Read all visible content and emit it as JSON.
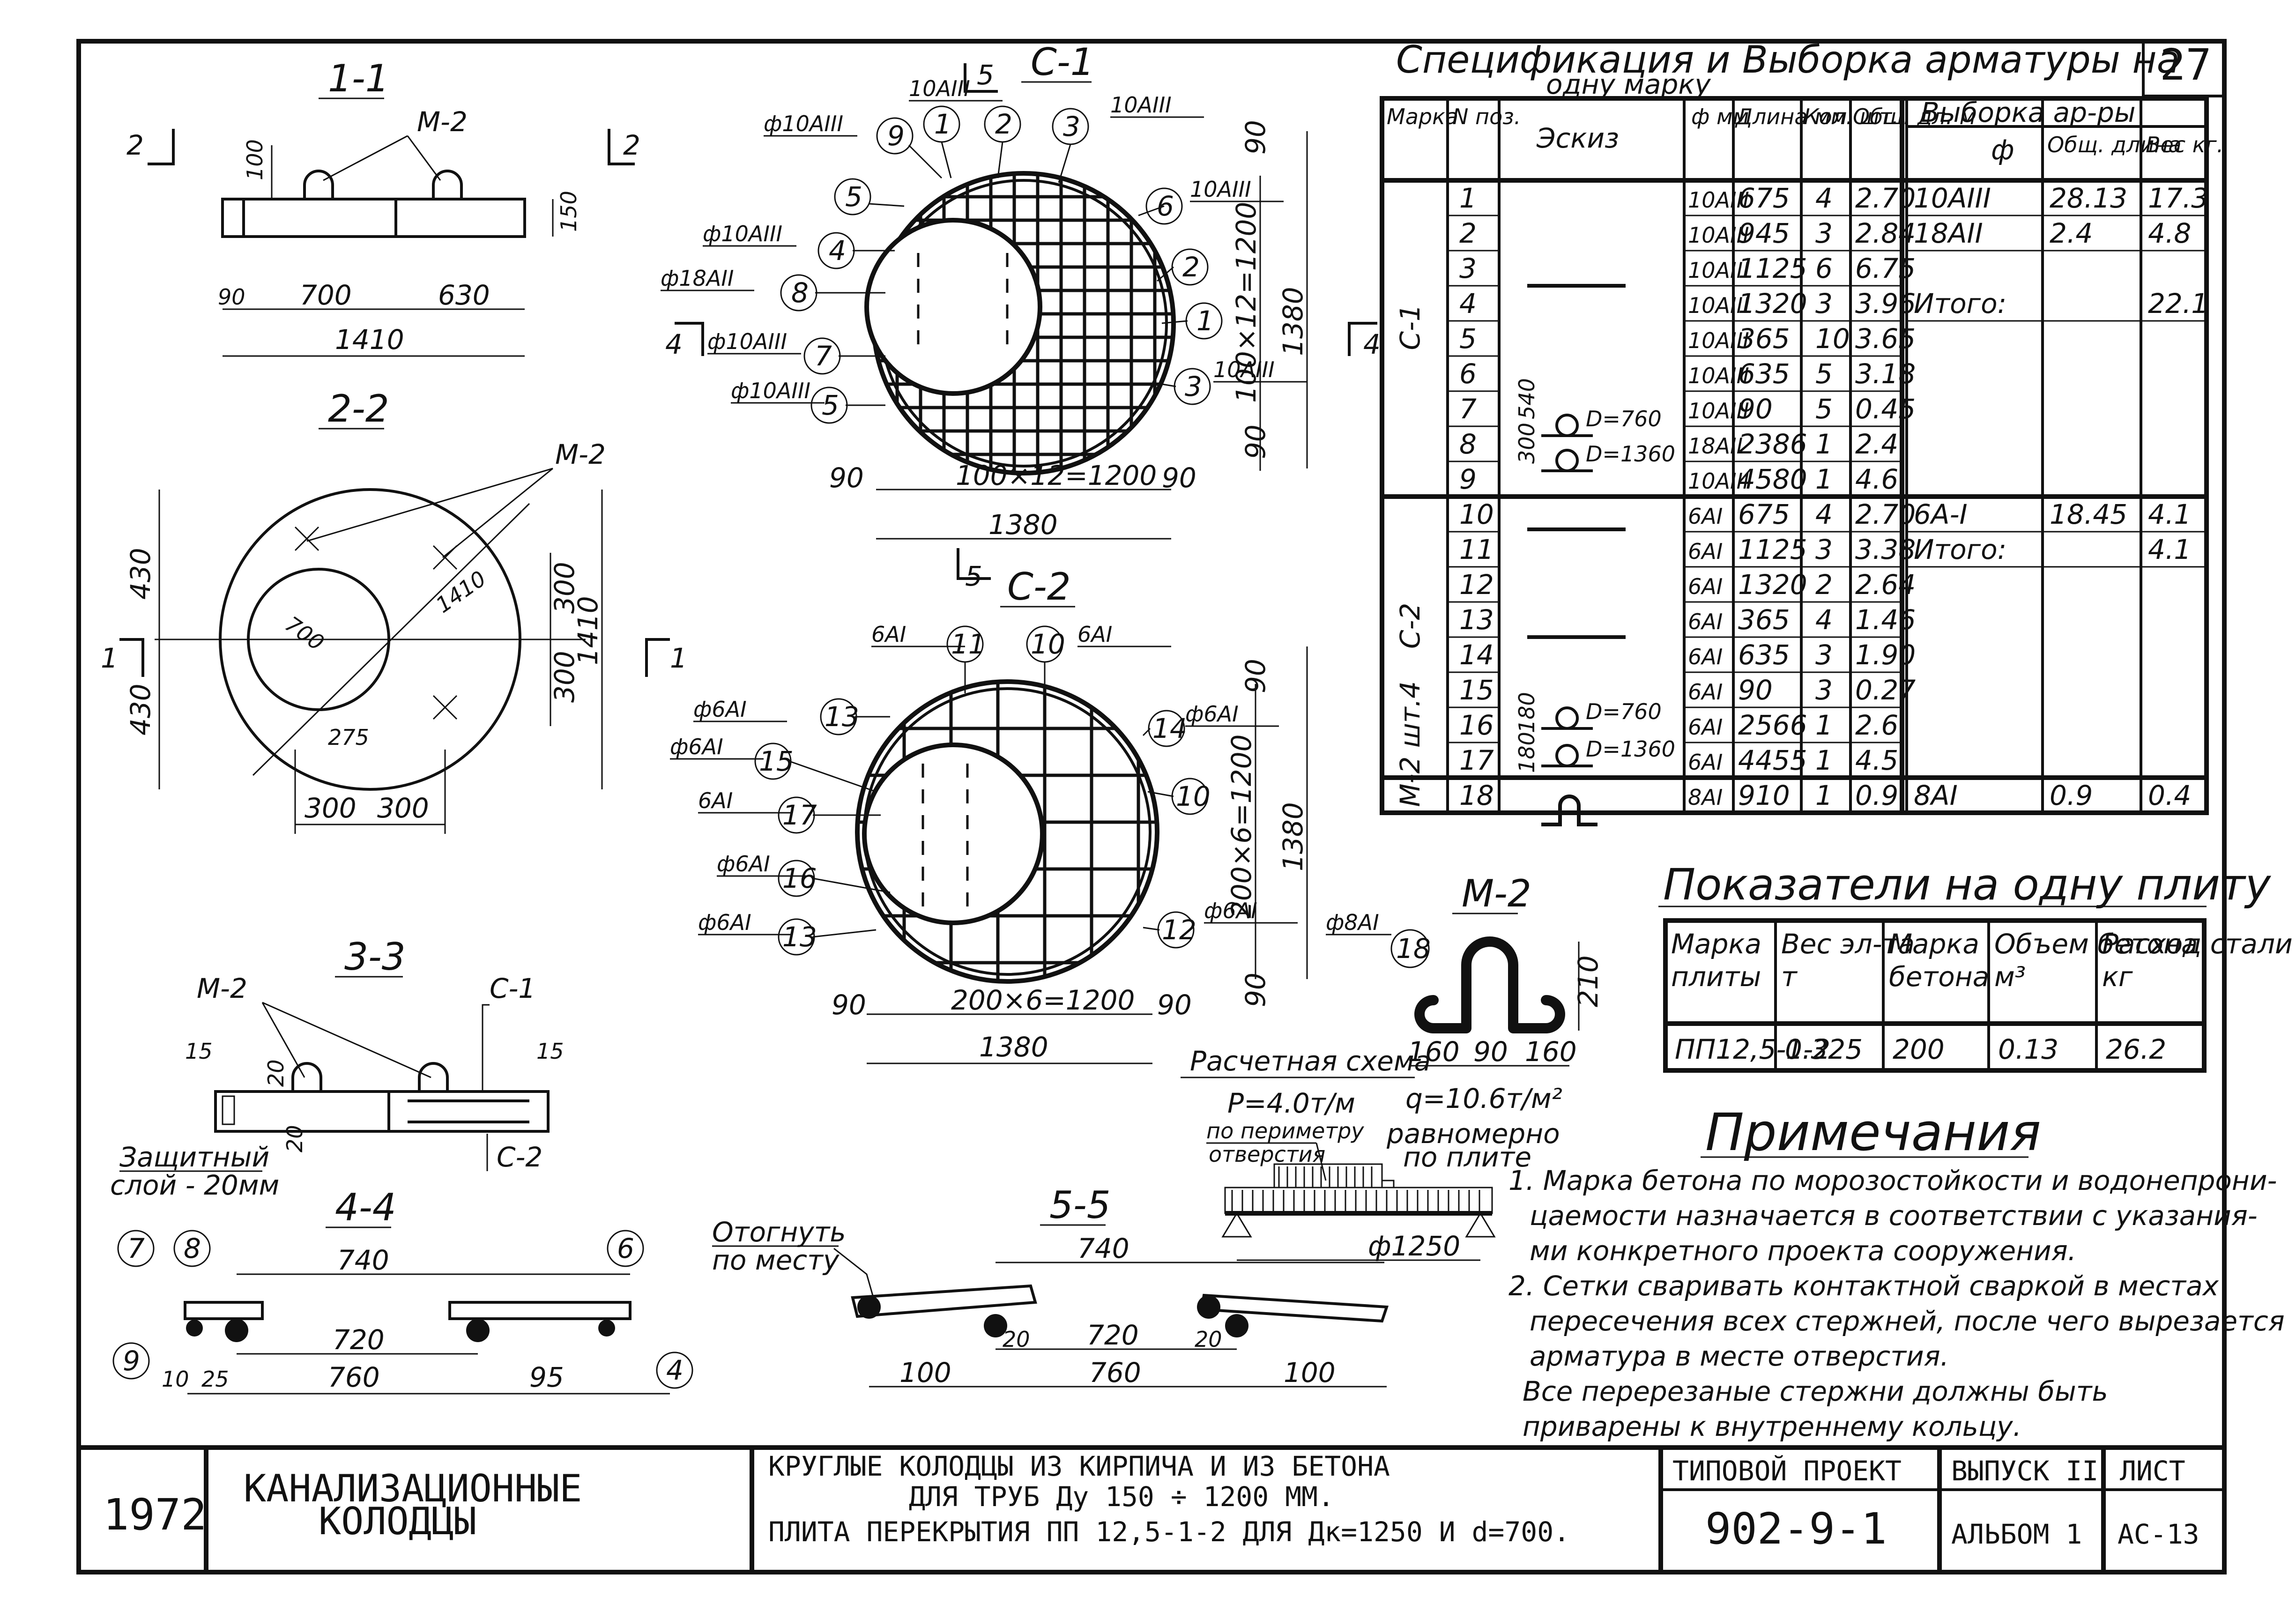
{
  "sheet_number": "27",
  "spec": {
    "title_line1": "Спецификация и Выборка арматуры на",
    "title_line2": "одну марку",
    "headers": {
      "mark": "Марка",
      "pos": "N поз.",
      "sketch": "Эскиз",
      "dia": "ф мм",
      "length": "Длина мм",
      "count": "Кол. шт.",
      "total": "Общ. дл. м",
      "sel_group": "Выборка ар-ры",
      "sel_dia": "ф",
      "sel_total": "Общ. длина",
      "sel_weight": "Вес кг."
    },
    "groups": [
      {
        "mark": "С-1",
        "rows": [
          {
            "pos": "1",
            "dia": "10АIII",
            "len": "675",
            "qty": "4",
            "tot": "2.70",
            "sd": "10АIII",
            "sl": "28.13",
            "sw": "17.3"
          },
          {
            "pos": "2",
            "dia": "10АIII",
            "len": "945",
            "qty": "3",
            "tot": "2.84",
            "sd": "18АII",
            "sl": "2.4",
            "sw": "4.8"
          },
          {
            "pos": "3",
            "dia": "10АIII",
            "len": "1125",
            "qty": "6",
            "tot": "6.75",
            "sd": "",
            "sl": "",
            "sw": ""
          },
          {
            "pos": "4",
            "dia": "10АIII",
            "len": "1320",
            "qty": "3",
            "tot": "3.96",
            "sd": "Итого:",
            "sl": "",
            "sw": "22.1"
          },
          {
            "pos": "5",
            "dia": "10АIII",
            "len": "365",
            "qty": "10",
            "tot": "3.65",
            "sd": "",
            "sl": "",
            "sw": ""
          },
          {
            "pos": "6",
            "dia": "10АIII",
            "len": "635",
            "qty": "5",
            "tot": "3.18",
            "sd": "",
            "sl": "",
            "sw": ""
          },
          {
            "pos": "7",
            "dia": "10АIII",
            "len": "90",
            "qty": "5",
            "tot": "0.45",
            "sd": "",
            "sl": "",
            "sw": ""
          },
          {
            "pos": "8",
            "dia": "18АII",
            "len": "2386",
            "qty": "1",
            "tot": "2.4",
            "sd": "",
            "sl": "",
            "sw": ""
          },
          {
            "pos": "9",
            "dia": "10АIII",
            "len": "4580",
            "qty": "1",
            "tot": "4.6",
            "sd": "",
            "sl": "",
            "sw": ""
          }
        ]
      },
      {
        "mark": "С-2",
        "rows": [
          {
            "pos": "10",
            "dia": "6АI",
            "len": "675",
            "qty": "4",
            "tot": "2.70",
            "sd": "6А-I",
            "sl": "18.45",
            "sw": "4.1"
          },
          {
            "pos": "11",
            "dia": "6АI",
            "len": "1125",
            "qty": "3",
            "tot": "3.38",
            "sd": "Итого:",
            "sl": "",
            "sw": "4.1"
          },
          {
            "pos": "12",
            "dia": "6АI",
            "len": "1320",
            "qty": "2",
            "tot": "2.64",
            "sd": "",
            "sl": "",
            "sw": ""
          },
          {
            "pos": "13",
            "dia": "6АI",
            "len": "365",
            "qty": "4",
            "tot": "1.46",
            "sd": "",
            "sl": "",
            "sw": ""
          },
          {
            "pos": "14",
            "dia": "6АI",
            "len": "635",
            "qty": "3",
            "tot": "1.90",
            "sd": "",
            "sl": "",
            "sw": ""
          },
          {
            "pos": "15",
            "dia": "6АI",
            "len": "90",
            "qty": "3",
            "tot": "0.27",
            "sd": "",
            "sl": "",
            "sw": ""
          },
          {
            "pos": "16",
            "dia": "6АI",
            "len": "2566",
            "qty": "1",
            "tot": "2.6",
            "sd": "",
            "sl": "",
            "sw": ""
          },
          {
            "pos": "17",
            "dia": "6АI",
            "len": "4455",
            "qty": "1",
            "tot": "4.5",
            "sd": "",
            "sl": "",
            "sw": ""
          }
        ]
      },
      {
        "mark": "М-2 шт.4",
        "rows": [
          {
            "pos": "18",
            "dia": "8АI",
            "len": "910",
            "qty": "1",
            "tot": "0.9",
            "sd": "8АI",
            "sl": "0.9",
            "sw": "0.4"
          }
        ]
      }
    ],
    "sketch_notes": [
      "D=760",
      "D=1360",
      "D=760",
      "D=1360",
      "300",
      "540",
      "180",
      "180"
    ]
  },
  "indicators": {
    "title": "Показатели на одну плиту",
    "headers": [
      "Марка плиты",
      "Вес эл-та т",
      "Марка бетона",
      "Объем бетона м³",
      "Расход стали кг"
    ],
    "values": [
      "ПП12,5-1-2",
      "0.325",
      "200",
      "0.13",
      "26.2"
    ]
  },
  "notes": {
    "title": "Примечания",
    "lines": [
      "1. Марка бетона по морозостойкости и водонепрони-",
      "цаемости назначается в соответствии с указания-",
      "ми конкретного проекта сооружения.",
      "2. Сетки сваривать контактной сваркой в местах",
      "пересечения всех стержней, после чего вырезается",
      "арматура в месте отверстия.",
      "Все перерезаные стержни должны быть",
      "приварены к внутреннему кольцу."
    ]
  },
  "views": {
    "s11": {
      "title": "1-1",
      "mark": "М-2",
      "cut": "2",
      "d1": "100",
      "d2": "150",
      "d3": "90",
      "d4": "700",
      "d5": "630",
      "d6": "1410"
    },
    "s22": {
      "title": "2-2",
      "mark": "М-2",
      "d_hole": "700",
      "d1": "430",
      "d2": "430",
      "d3": "1410",
      "d4": "300",
      "d5": "300",
      "d6": "1410",
      "d7": "275",
      "d8": "300",
      "d9": "300",
      "cut": "1"
    },
    "s33": {
      "title": "3-3",
      "m2": "М-2",
      "c1": "С-1",
      "c2": "С-2",
      "d15a": "15",
      "d15b": "15",
      "d20a": "20",
      "d20b": "20",
      "cover1": "Защитный",
      "cover2": "слой - 20мм"
    },
    "s44": {
      "title": "4-4",
      "d740": "740",
      "d720": "720",
      "d760": "760",
      "d95": "95",
      "d10": "10",
      "d25": "25",
      "b7": "7",
      "b8": "8",
      "b9": "9",
      "b6": "6",
      "b4": "4"
    },
    "s55": {
      "title": "5-5",
      "bend1": "Отогнуть",
      "bend2": "по месту",
      "d740": "740",
      "d720": "720",
      "d760": "760",
      "d100a": "100",
      "d100b": "100",
      "d20a": "20",
      "d20b": "20"
    },
    "c1": {
      "title": "С-1",
      "cut5": "5",
      "cut4": "4",
      "dim_bottom": "100×12=1200",
      "dim_total": "1380",
      "d90a": "90",
      "d90b": "90",
      "dim_side": "100×12=1200",
      "dim_side_total": "1380",
      "d90c": "90",
      "d90d": "90",
      "callouts": [
        {
          "n": "9",
          "t": "ф10АIII"
        },
        {
          "n": "1",
          "t": "10АIII"
        },
        {
          "n": "2",
          "t": ""
        },
        {
          "n": "3",
          "t": "10АIII"
        },
        {
          "n": "5",
          "t": ""
        },
        {
          "n": "6",
          "t": "10АIII"
        },
        {
          "n": "4",
          "t": "ф10АIII"
        },
        {
          "n": "2",
          "t": ""
        },
        {
          "n": "8",
          "t": "ф18АII"
        },
        {
          "n": "1",
          "t": ""
        },
        {
          "n": "7",
          "t": "ф10АIII"
        },
        {
          "n": "3",
          "t": "10АIII"
        },
        {
          "n": "5",
          "t": "ф10АIII"
        }
      ]
    },
    "c2": {
      "title": "С-2",
      "dim_bottom": "200×6=1200",
      "dim_total": "1380",
      "d90a": "90",
      "d90b": "90",
      "dim_side": "200×6=1200",
      "dim_side_total": "1380",
      "d90c": "90",
      "d90d": "90",
      "callouts": [
        {
          "n": "11",
          "t": "6АI"
        },
        {
          "n": "10",
          "t": "6АI"
        },
        {
          "n": "13",
          "t": "ф6АI"
        },
        {
          "n": "14",
          "t": "ф6АI"
        },
        {
          "n": "15",
          "t": "ф6АI"
        },
        {
          "n": "10",
          "t": ""
        },
        {
          "n": "17",
          "t": "6АI"
        },
        {
          "n": "16",
          "t": "ф6АI"
        },
        {
          "n": "12",
          "t": "ф6АI"
        },
        {
          "n": "13",
          "t": "ф6АI"
        }
      ]
    },
    "m2": {
      "title": "М-2",
      "callout": "18",
      "label": "ф8АI",
      "d210": "210",
      "d160a": "160",
      "d90": "90",
      "d160b": "160"
    },
    "scheme": {
      "title": "Расчетная схема",
      "p": "P=4.0т/м",
      "p_note1": "по периметру",
      "p_note2": "отверстия",
      "q": "q=10.6т/м²",
      "q_note1": "равномерно",
      "q_note2": "по плите",
      "dia": "ф1250"
    }
  },
  "title_block": {
    "year": "1972",
    "name1": "КАНАЛИЗАЦИОННЫЕ",
    "name2": "КОЛОДЦЫ",
    "desc1": "КРУГЛЫЕ КОЛОДЦЫ ИЗ КИРПИЧА И ИЗ БЕТОНА",
    "desc2": "ДЛЯ ТРУБ Ду 150 ÷ 1200 ММ.",
    "desc3": "ПЛИТА ПЕРЕКРЫТИЯ  ПП 12,5-1-2 ДЛЯ Дк=1250 И d=700.",
    "project_label": "ТИПОВОЙ ПРОЕКТ",
    "project_num": "902-9-1",
    "issue": "ВЫПУСК II",
    "album": "АЛЬБОМ 1",
    "sheet_label": "ЛИСТ",
    "sheet_code": "АС-13"
  }
}
